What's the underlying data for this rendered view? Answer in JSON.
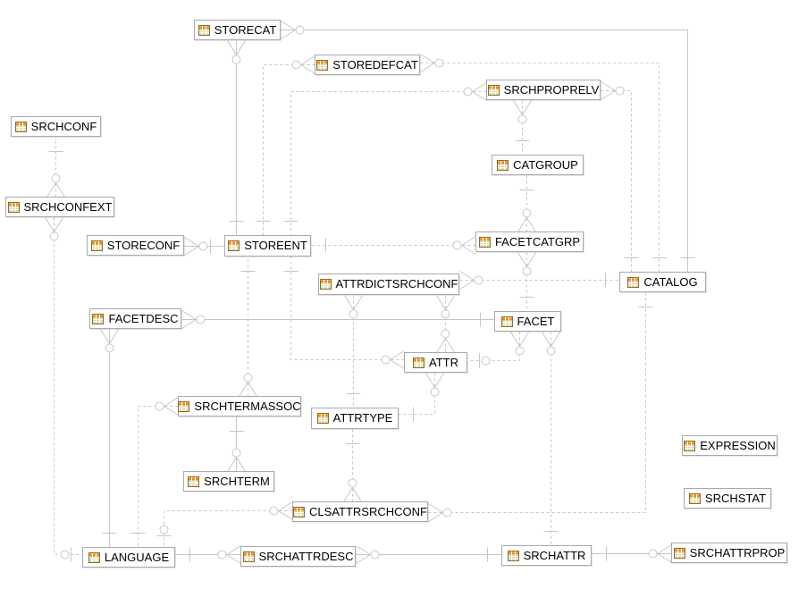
{
  "diagram": {
    "entities": [
      {
        "id": "STORECAT",
        "label": "STORECAT"
      },
      {
        "id": "STOREDEFCAT",
        "label": "STOREDEFCAT"
      },
      {
        "id": "SRCHPROPRELV",
        "label": "SRCHPROPRELV"
      },
      {
        "id": "SRCHCONF",
        "label": "SRCHCONF"
      },
      {
        "id": "CATGROUP",
        "label": "CATGROUP"
      },
      {
        "id": "SRCHCONFEXT",
        "label": "SRCHCONFEXT"
      },
      {
        "id": "FACETCATGRP",
        "label": "FACETCATGRP"
      },
      {
        "id": "STORECONF",
        "label": "STORECONF"
      },
      {
        "id": "STOREENT",
        "label": "STOREENT"
      },
      {
        "id": "CATALOG",
        "label": "CATALOG"
      },
      {
        "id": "ATTRDICTSRCHCONF",
        "label": "ATTRDICTSRCHCONF"
      },
      {
        "id": "FACETDESC",
        "label": "FACETDESC"
      },
      {
        "id": "FACET",
        "label": "FACET"
      },
      {
        "id": "ATTR",
        "label": "ATTR"
      },
      {
        "id": "SRCHTERMASSOC",
        "label": "SRCHTERMASSOC"
      },
      {
        "id": "ATTRTYPE",
        "label": "ATTRTYPE"
      },
      {
        "id": "EXPRESSION",
        "label": "EXPRESSION"
      },
      {
        "id": "SRCHTERM",
        "label": "SRCHTERM"
      },
      {
        "id": "SRCHSTAT",
        "label": "SRCHSTAT"
      },
      {
        "id": "CLSATTRSRCHCONF",
        "label": "CLSATTRSRCHCONF"
      },
      {
        "id": "LANGUAGE",
        "label": "LANGUAGE"
      },
      {
        "id": "SRCHATTRDESC",
        "label": "SRCHATTRDESC"
      },
      {
        "id": "SRCHATTR",
        "label": "SRCHATTR"
      },
      {
        "id": "SRCHATTRPROP",
        "label": "SRCHATTRPROP"
      }
    ],
    "relationships": [
      {
        "from": "STORECAT",
        "to": "STOREENT",
        "from_end": "zero-or-many",
        "to_end": "one",
        "line": "solid"
      },
      {
        "from": "STORECAT",
        "to": "CATALOG",
        "from_end": "zero-or-many",
        "to_end": "one",
        "line": "solid"
      },
      {
        "from": "STOREDEFCAT",
        "to": "STOREENT",
        "from_end": "zero-or-many",
        "to_end": "one",
        "line": "dashed"
      },
      {
        "from": "STOREDEFCAT",
        "to": "CATALOG",
        "from_end": "zero-or-many",
        "to_end": "one",
        "line": "dashed"
      },
      {
        "from": "SRCHPROPRELV",
        "to": "STOREENT",
        "from_end": "zero-or-many",
        "to_end": "one",
        "line": "dashed"
      },
      {
        "from": "SRCHPROPRELV",
        "to": "CATALOG",
        "from_end": "zero-or-many",
        "to_end": "one",
        "line": "dashed"
      },
      {
        "from": "SRCHPROPRELV",
        "to": "CATGROUP",
        "from_end": "zero-or-many",
        "to_end": "one",
        "line": "dashed"
      },
      {
        "from": "FACETCATGRP",
        "to": "CATGROUP",
        "from_end": "zero-or-many",
        "to_end": "one",
        "line": "dashed"
      },
      {
        "from": "FACETCATGRP",
        "to": "FACET",
        "from_end": "zero-or-many",
        "to_end": "one",
        "line": "dashed"
      },
      {
        "from": "FACETCATGRP",
        "to": "STOREENT",
        "from_end": "zero-or-many",
        "to_end": "one",
        "line": "dashed"
      },
      {
        "from": "STORECONF",
        "to": "STOREENT",
        "from_end": "zero-or-many",
        "to_end": "one",
        "line": "solid"
      },
      {
        "from": "SRCHCONFEXT",
        "to": "SRCHCONF",
        "from_end": "zero-or-many",
        "to_end": "one",
        "line": "dashed"
      },
      {
        "from": "SRCHCONFEXT",
        "to": "LANGUAGE",
        "from_end": "zero-or-many",
        "to_end": "zero-or-one",
        "line": "dashed"
      },
      {
        "from": "FACETDESC",
        "to": "FACET",
        "from_end": "zero-or-many",
        "to_end": "one",
        "line": "solid"
      },
      {
        "from": "FACETDESC",
        "to": "LANGUAGE",
        "from_end": "zero-or-many",
        "to_end": "one",
        "line": "solid"
      },
      {
        "from": "SRCHTERMASSOC",
        "to": "STOREENT",
        "from_end": "zero-or-many",
        "to_end": "one",
        "line": "dashed"
      },
      {
        "from": "SRCHTERMASSOC",
        "to": "LANGUAGE",
        "from_end": "zero-or-many",
        "to_end": "one",
        "line": "dashed"
      },
      {
        "from": "SRCHTERM",
        "to": "SRCHTERMASSOC",
        "from_end": "zero-or-many",
        "to_end": "one",
        "line": "solid"
      },
      {
        "from": "ATTR",
        "to": "STOREENT",
        "from_end": "zero-or-many",
        "to_end": "one",
        "line": "dashed"
      },
      {
        "from": "ATTRDICTSRCHCONF",
        "to": "CATALOG",
        "from_end": "zero-or-many",
        "to_end": "one",
        "line": "dashed"
      },
      {
        "from": "ATTRDICTSRCHCONF",
        "to": "ATTRTYPE",
        "from_end": "zero-or-many",
        "to_end": "one",
        "line": "dashed"
      },
      {
        "from": "ATTRDICTSRCHCONF",
        "to": "ATTR",
        "from_end": "zero-or-many",
        "to_end": "zero-or-many",
        "line": "dashed"
      },
      {
        "from": "FACET",
        "to": "ATTR",
        "from_end": "zero-or-many",
        "to_end": "zero-or-one",
        "line": "dashed"
      },
      {
        "from": "FACET",
        "to": "SRCHATTR",
        "from_end": "zero-or-many",
        "to_end": "one",
        "line": "dashed"
      },
      {
        "from": "ATTR",
        "to": "ATTRTYPE",
        "from_end": "zero-or-many",
        "to_end": "one",
        "line": "dashed"
      },
      {
        "from": "CLSATTRSRCHCONF",
        "to": "ATTRTYPE",
        "from_end": "zero-or-many",
        "to_end": "one",
        "line": "dashed"
      },
      {
        "from": "CLSATTRSRCHCONF",
        "to": "LANGUAGE",
        "from_end": "zero-or-many",
        "to_end": "zero-or-one",
        "line": "dashed"
      },
      {
        "from": "CLSATTRSRCHCONF",
        "to": "CATALOG",
        "from_end": "zero-or-many",
        "to_end": "one",
        "line": "dashed"
      },
      {
        "from": "SRCHATTRDESC",
        "to": "LANGUAGE",
        "from_end": "zero-or-many",
        "to_end": "one",
        "line": "solid"
      },
      {
        "from": "SRCHATTRDESC",
        "to": "SRCHATTR",
        "from_end": "zero-or-many",
        "to_end": "one",
        "line": "solid"
      },
      {
        "from": "SRCHATTRPROP",
        "to": "SRCHATTR",
        "from_end": "zero-or-many",
        "to_end": "one",
        "line": "solid"
      }
    ],
    "colors": {
      "line": "#c6c6c6",
      "box_border": "#a9a9a9",
      "box_fill": "#ffffff",
      "text": "#000000",
      "icon_header": "#e78f17",
      "icon_header_highlight": "#f6b353",
      "icon_body": "#dcd3a4",
      "icon_border": "#8a6d2e",
      "icon_grid": "#ffffff"
    }
  }
}
